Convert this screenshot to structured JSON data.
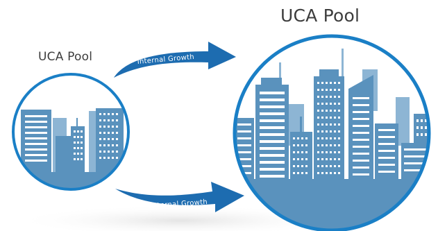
{
  "small_pool": {
    "title": "UCA Pool"
  },
  "large_pool": {
    "title": "UCA Pool"
  },
  "arrows": {
    "top": {
      "label": "Internal Growth"
    },
    "bottom": {
      "label": "External Growth"
    }
  },
  "colors": {
    "ring": "#1a7fc6",
    "arrow": "#1d6cb0",
    "building": "#5a92bd",
    "building_light": "#8db5d4",
    "window": "#ffffff",
    "title_text": "#3d3d3d"
  },
  "icons": {
    "small_pool": "city-skyline-icon",
    "large_pool": "city-skyline-icon",
    "top_arrow": "curved-arrow-icon",
    "bottom_arrow": "curved-arrow-icon"
  }
}
